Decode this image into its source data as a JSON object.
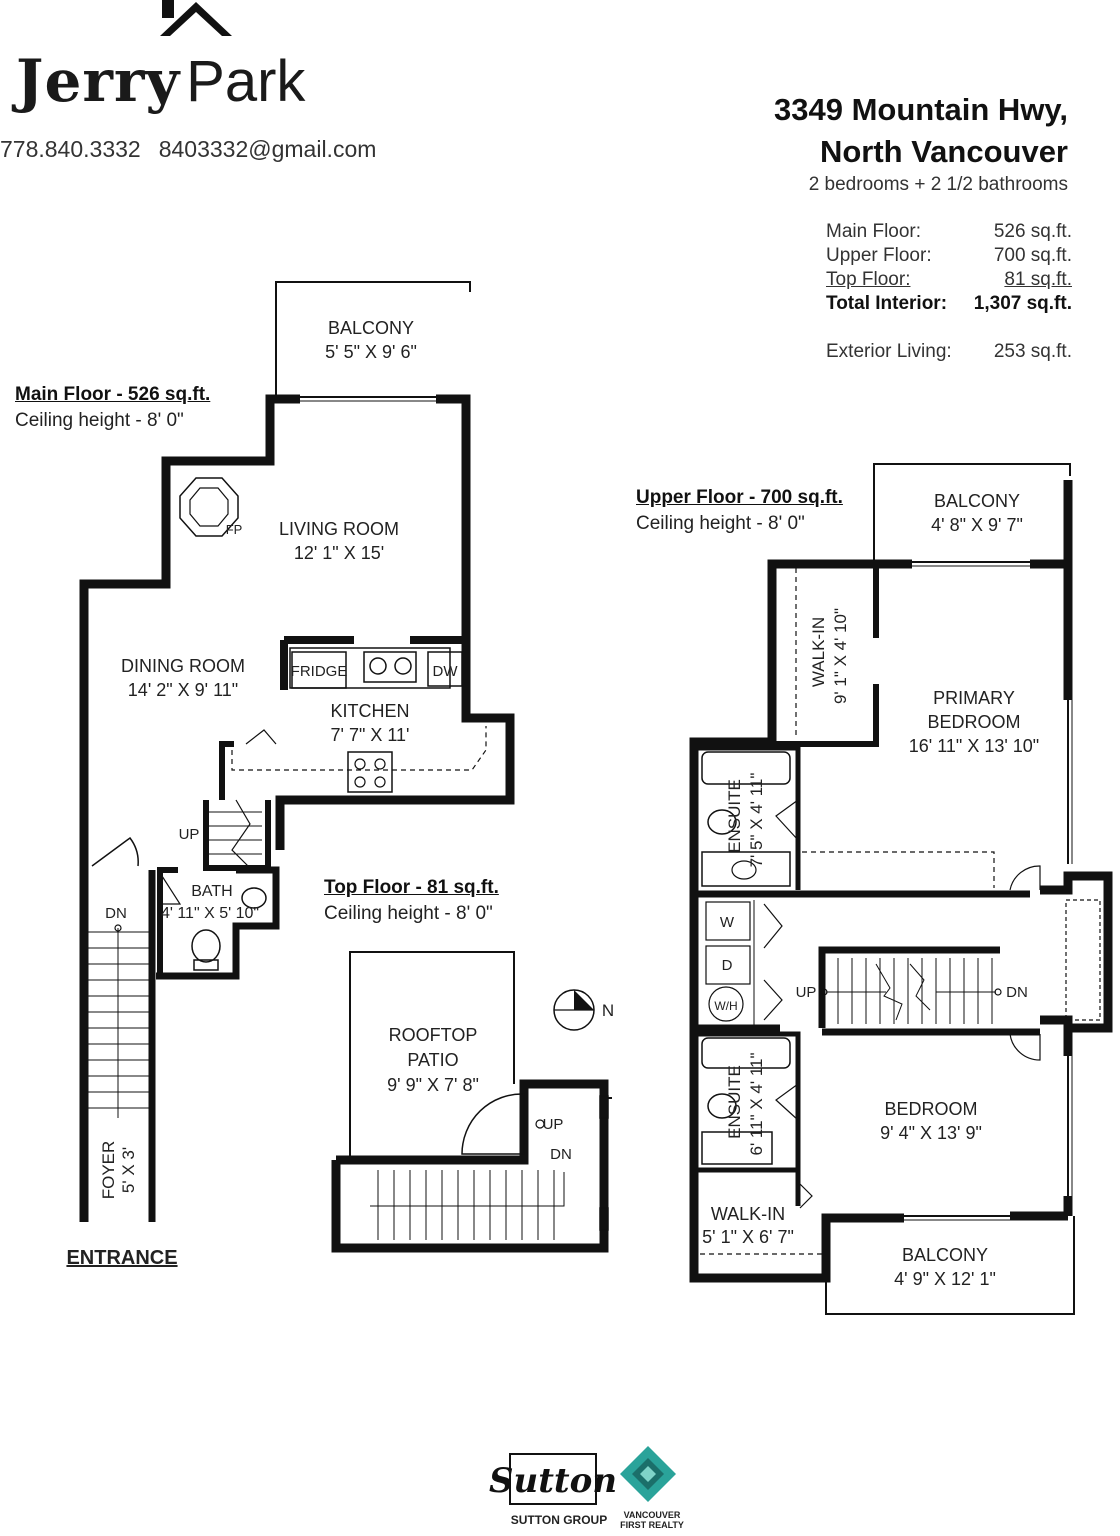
{
  "branding": {
    "first_name": "Jerry",
    "last_name": "Park",
    "phone": "778.840.3332",
    "email": "8403332@gmail.com"
  },
  "property": {
    "address_line1": "3349 Mountain Hwy,",
    "address_line2": "North Vancouver",
    "bed_bath": "2 bedrooms + 2 1/2 bathrooms"
  },
  "areas": {
    "main_label": "Main Floor:",
    "main_value": "526 sq.ft.",
    "upper_label": "Upper Floor:",
    "upper_value": "700 sq.ft.",
    "top_label": "Top Floor:",
    "top_value": "81 sq.ft.",
    "total_label": "Total Interior:",
    "total_value": "1,307 sq.ft.",
    "exterior_label": "Exterior Living:",
    "exterior_value": "253 sq.ft."
  },
  "floors": {
    "main": {
      "title": "Main Floor - 526 sq.ft.",
      "ceiling": "Ceiling height - 8' 0\""
    },
    "upper": {
      "title": "Upper Floor - 700 sq.ft.",
      "ceiling": "Ceiling height - 8' 0\""
    },
    "top": {
      "title": "Top Floor - 81 sq.ft.",
      "ceiling": "Ceiling height - 8' 0\""
    }
  },
  "rooms": {
    "main_balcony": {
      "name": "BALCONY",
      "dims": "5' 5\" X 9' 6\""
    },
    "living": {
      "name": "LIVING ROOM",
      "dims": "12' 1\" X 15'"
    },
    "fireplace": "FP",
    "dining": {
      "name": "DINING ROOM",
      "dims": "14' 2\" X 9' 11\""
    },
    "kitchen": {
      "name": "KITCHEN",
      "dims": "7' 7\" X 11'"
    },
    "fridge": "FRIDGE",
    "dishwasher": "DW",
    "bath": {
      "name": "BATH",
      "dims": "4' 11\" X 5' 10\""
    },
    "foyer": {
      "name": "FOYER",
      "dims": "5' X 3'"
    },
    "main_up": "UP",
    "main_dn": "DN",
    "entrance": "ENTRANCE",
    "rooftop": {
      "name_line1": "ROOFTOP",
      "name_line2": "PATIO",
      "dims": "9' 9\" X 7' 8\""
    },
    "top_up": "UP",
    "top_dn": "DN",
    "north": "N",
    "upper_balcony_top": {
      "name": "BALCONY",
      "dims": "4' 8\" X 9' 7\""
    },
    "walkin_1": {
      "name": "WALK-IN",
      "dims": "9' 1\" X 4' 10\""
    },
    "primary": {
      "name_line1": "PRIMARY",
      "name_line2": "BEDROOM",
      "dims": "16' 11\" X 13' 10\""
    },
    "ensuite_1": {
      "name": "ENSUITE",
      "dims": "7' 5\" X 4' 11\""
    },
    "washer": "W",
    "dryer": "D",
    "water_heater": "W/H",
    "upper_up": "UP",
    "upper_dn": "DN",
    "ensuite_2": {
      "name": "ENSUITE",
      "dims": "6' 11\" X 4' 11\""
    },
    "bedroom": {
      "name": "BEDROOM",
      "dims": "9' 4\" X 13' 9\""
    },
    "walkin_2": {
      "name": "WALK-IN",
      "dims": "5' 1\" X 6' 7\""
    },
    "upper_balcony_bottom": {
      "name": "BALCONY",
      "dims": "4' 9\" X 12' 1\""
    }
  },
  "footer": {
    "sutton_logo": "Sutton",
    "sutton_group": "SUTTON GROUP",
    "vancouver_line1": "VANCOUVER",
    "vancouver_line2": "FIRST REALTY"
  },
  "colors": {
    "wall": "#111111",
    "accent_logo": "#2aa39a"
  }
}
